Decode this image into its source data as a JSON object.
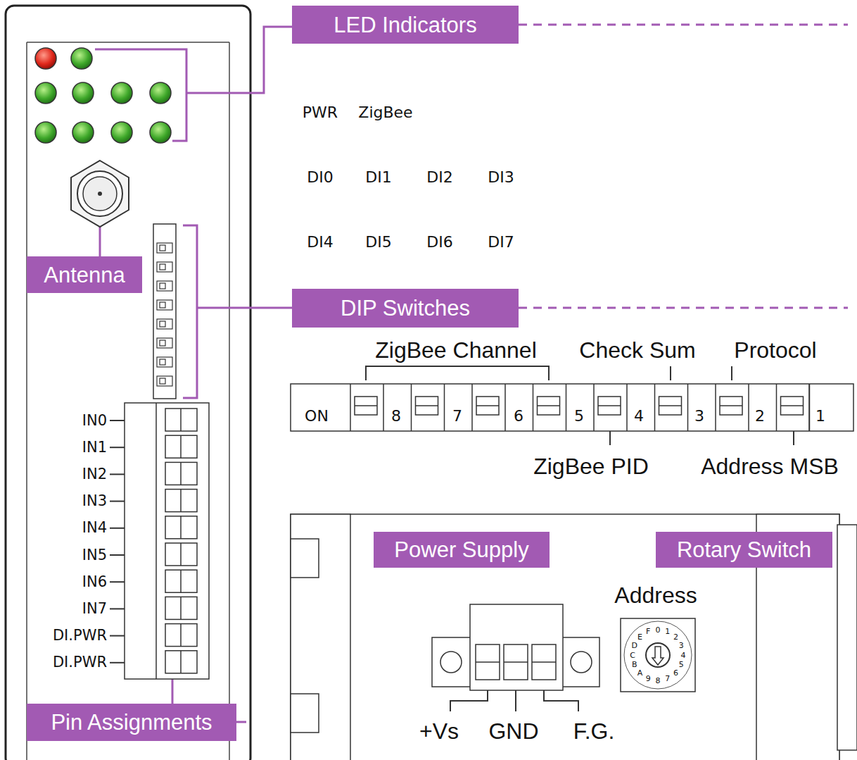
{
  "diagram": {
    "nodes": [
      {
        "text": [
          "LED Indicators"
        ]
      },
      {
        "text": [
          "DIP Switches"
        ]
      },
      {
        "text": [
          "Antenna"
        ]
      },
      {
        "text": [
          "Power Supply"
        ]
      },
      {
        "text": [
          "Rotary Switch"
        ]
      },
      {
        "text": [
          "Pin Assignments"
        ]
      }
    ],
    "labels": [
      "PWR",
      "ZigBee",
      "DI0",
      "DI1",
      "DI2",
      "DI3",
      "DI4",
      "DI5",
      "DI6",
      "DI7",
      "ZigBee Channel",
      "Check Sum",
      "Protocol",
      "ON",
      "8",
      "7",
      "6",
      "5",
      "4",
      "3",
      "2",
      "1",
      "ZigBee PID",
      "Address MSB",
      "Address",
      "IN0",
      "IN1",
      "IN2",
      "IN3",
      "IN4",
      "IN5",
      "IN6",
      "IN7",
      "DI.PWR",
      "DI.PWR",
      "+Vs",
      "GND",
      "F.G.",
      "0",
      "1",
      "2",
      "3",
      "4",
      "5",
      "6",
      "7",
      "8",
      "9",
      "A",
      "B",
      "C",
      "D",
      "E",
      "F"
    ]
  }
}
